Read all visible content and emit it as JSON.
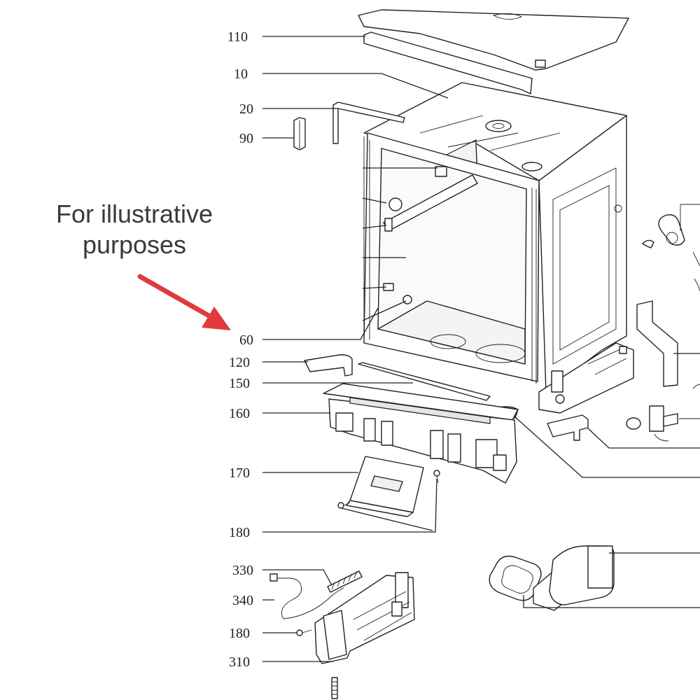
{
  "note": {
    "line1": "For illustrative",
    "line2": "purposes",
    "arrow_color": "#e03a3a"
  },
  "callouts": {
    "p110": "110",
    "p10": "10",
    "p20": "20",
    "p90": "90",
    "p60": "60",
    "p120": "120",
    "p150": "150",
    "p160": "160",
    "p170": "170",
    "p180a": "180",
    "p330": "330",
    "p340": "340",
    "p180b": "180",
    "p310": "310"
  }
}
